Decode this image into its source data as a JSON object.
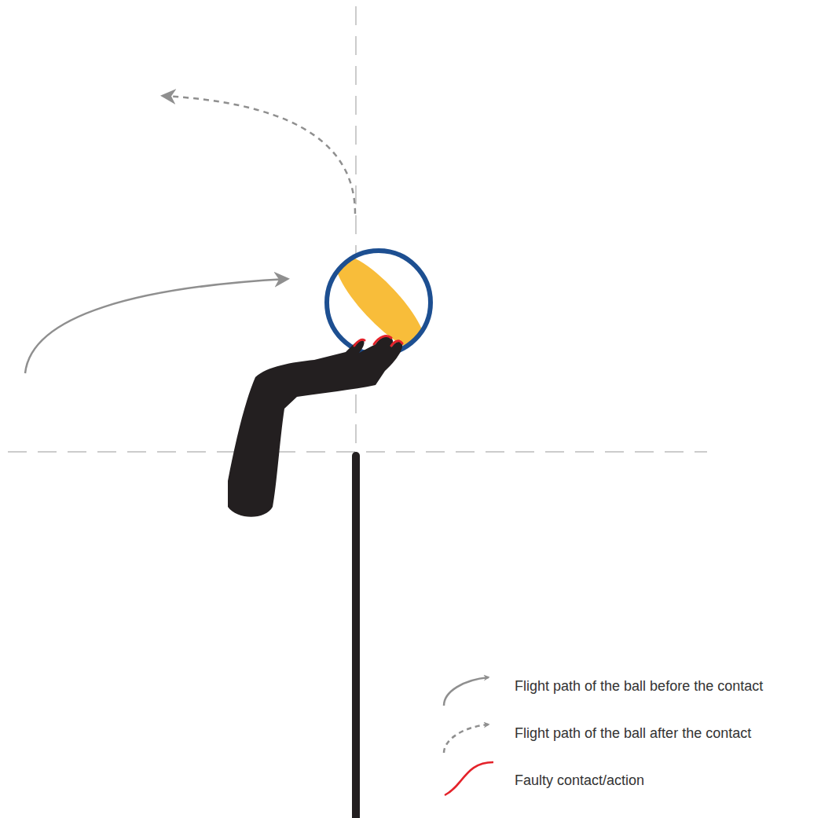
{
  "diagram": {
    "legend": [
      {
        "text": "Flight path of the ball before the contact"
      },
      {
        "text": "Flight path of the ball after the contact"
      },
      {
        "text": "Faulty contact/action"
      }
    ]
  }
}
